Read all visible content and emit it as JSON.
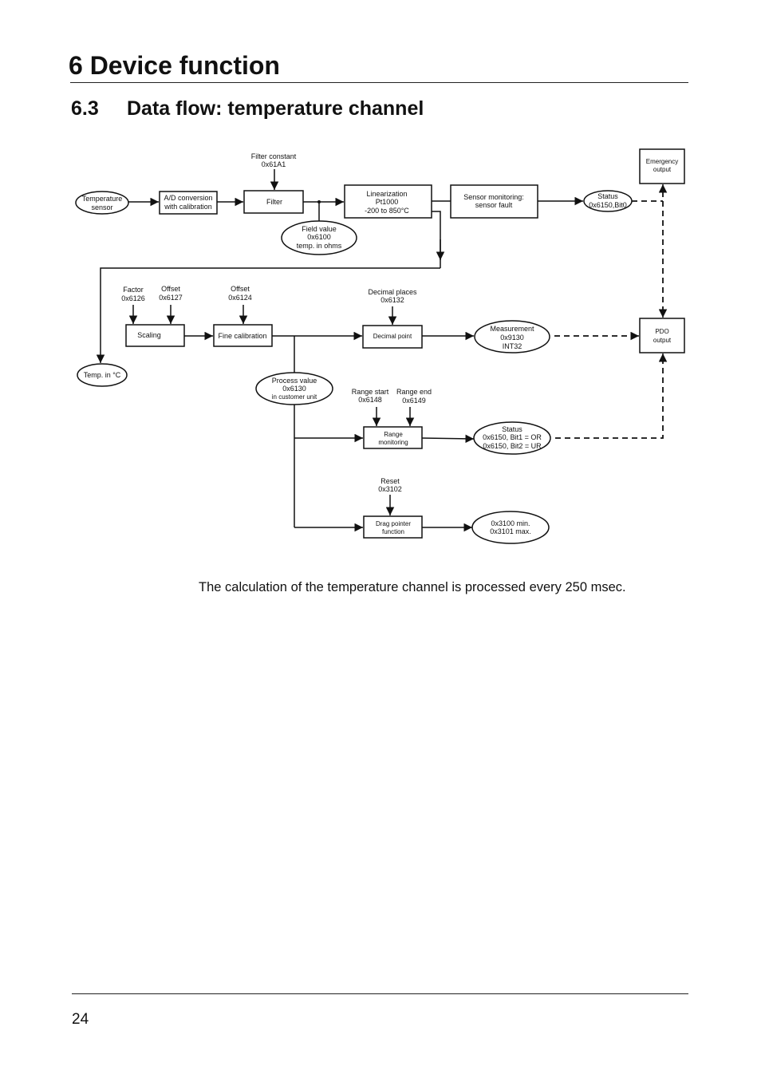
{
  "header": {
    "chapter": "6 Device function",
    "section_number": "6.3",
    "section_title": "Data flow: temperature channel"
  },
  "diagram": {
    "temperature_sensor": [
      "Temperature",
      "sensor"
    ],
    "ad_conversion": [
      "A/D conversion",
      "with calibration"
    ],
    "filter_constant": [
      "Filter constant",
      "0x61A1"
    ],
    "filter": "Filter",
    "field_value": [
      "Field value",
      "0x6100",
      "temp. in ohms"
    ],
    "linearization": [
      "Linearization",
      "Pt1000",
      "-200 to 850°C"
    ],
    "sensor_monitoring": [
      "Sensor monitoring:",
      "sensor fault"
    ],
    "status_sensor": [
      "Status",
      "0x6150,Bit0"
    ],
    "emergency_output": [
      "Emergency",
      "output"
    ],
    "pdo_output": [
      "PDO",
      "output"
    ],
    "factor": [
      "Factor",
      "0x6126"
    ],
    "offset_scaling": [
      "Offset",
      "0x6127"
    ],
    "offset_fine": [
      "Offset",
      "0x6124"
    ],
    "scaling": "Scaling",
    "fine_calibration": "Fine calibration",
    "decimal_places": [
      "Decimal places",
      "0x6132"
    ],
    "decimal_point": "Decimal point",
    "measurement": [
      "Measurement",
      "0x9130",
      "INT32"
    ],
    "temp_celsius": "Temp. in °C",
    "process_value": [
      "Process value",
      "0x6130",
      "in customer unit"
    ],
    "range_start": [
      "Range start",
      "0x6148"
    ],
    "range_end": [
      "Range end",
      "0x6149"
    ],
    "range_monitoring": [
      "Range",
      "monitoring"
    ],
    "status_range": [
      "Status",
      "0x6150, Bit1 = OR",
      "0x6150, Bit2 = UR"
    ],
    "reset": [
      "Reset",
      "0x3102"
    ],
    "drag_pointer": [
      "Drag pointer",
      "function"
    ],
    "drag_outputs": [
      "0x3100 min.",
      "0x3101 max."
    ]
  },
  "caption": "The calculation of the temperature channel is processed every 250 msec.",
  "footer": {
    "page_number": "24"
  }
}
